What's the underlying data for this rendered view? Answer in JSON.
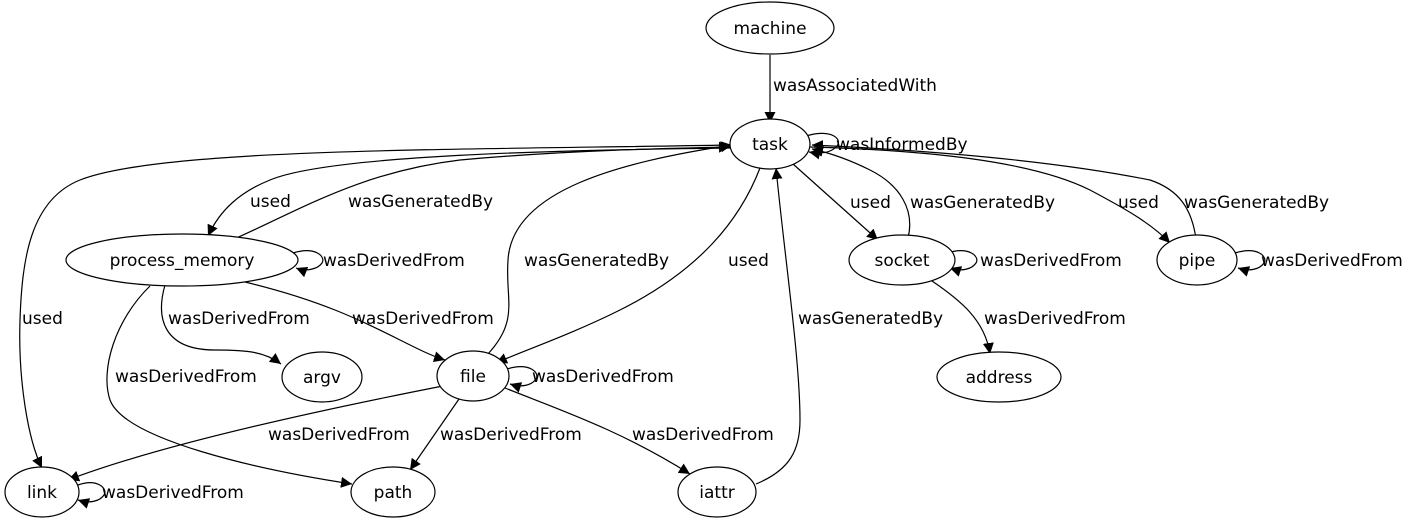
{
  "nodes": {
    "machine": "machine",
    "task": "task",
    "process_memory": "process_memory",
    "socket": "socket",
    "pipe": "pipe",
    "argv": "argv",
    "file": "file",
    "address": "address",
    "link": "link",
    "path": "path",
    "iattr": "iattr"
  },
  "edges": {
    "machine_task": "wasAssociatedWith",
    "task_task": "wasInformedBy",
    "task_process_memory": "used",
    "process_memory_task": "wasGeneratedBy",
    "task_link": "used",
    "file_task": "wasGeneratedBy",
    "task_file": "used",
    "task_socket": "used",
    "socket_task": "wasGeneratedBy",
    "task_pipe": "used",
    "pipe_task": "wasGeneratedBy",
    "process_memory_self": "wasDerivedFrom",
    "socket_self": "wasDerivedFrom",
    "pipe_self": "wasDerivedFrom",
    "process_memory_argv": "wasDerivedFrom",
    "process_memory_file": "wasDerivedFrom",
    "process_memory_path": "wasDerivedFrom",
    "socket_address": "wasDerivedFrom",
    "iattr_task": "wasGeneratedBy",
    "file_self": "wasDerivedFrom",
    "file_link": "wasDerivedFrom",
    "file_path": "wasDerivedFrom",
    "file_iattr": "wasDerivedFrom",
    "link_self": "wasDerivedFrom"
  }
}
